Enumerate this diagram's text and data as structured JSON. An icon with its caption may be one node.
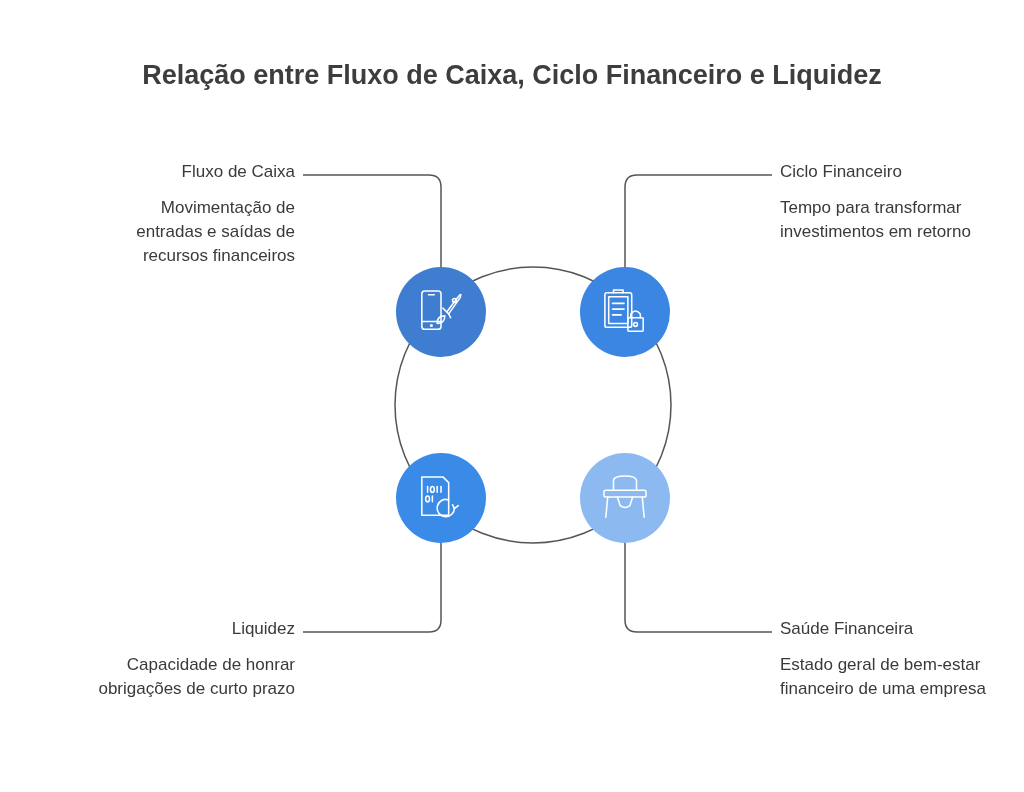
{
  "diagram": {
    "title": "Relação entre Fluxo de Caixa, Ciclo Financeiro e Liquidez",
    "nodes": [
      {
        "text": [
          "Fluxo de Caixa",
          "Movimentação de entradas e saídas de recursos financeiros"
        ]
      },
      {
        "text": [
          "Ciclo Financeiro",
          "Tempo para transformar investimentos em retorno"
        ]
      },
      {
        "text": [
          "Liquidez",
          "Capacidade de honrar obrigações de curto prazo"
        ]
      },
      {
        "text": [
          "Saúde Financeira",
          "Estado geral de bem-estar financeiro de uma empresa"
        ]
      },
      {
        "text": [],
        "shape": "circle"
      },
      {
        "text": [],
        "shape": "circle"
      },
      {
        "text": [],
        "shape": "circle"
      },
      {
        "text": [],
        "shape": "circle"
      }
    ],
    "edges": [
      {
        "from": 0,
        "to": 4,
        "arrow": "none"
      },
      {
        "from": 1,
        "to": 5,
        "arrow": "none"
      },
      {
        "from": 2,
        "to": 6,
        "arrow": "none"
      },
      {
        "from": 3,
        "to": 7,
        "arrow": "none"
      }
    ]
  }
}
